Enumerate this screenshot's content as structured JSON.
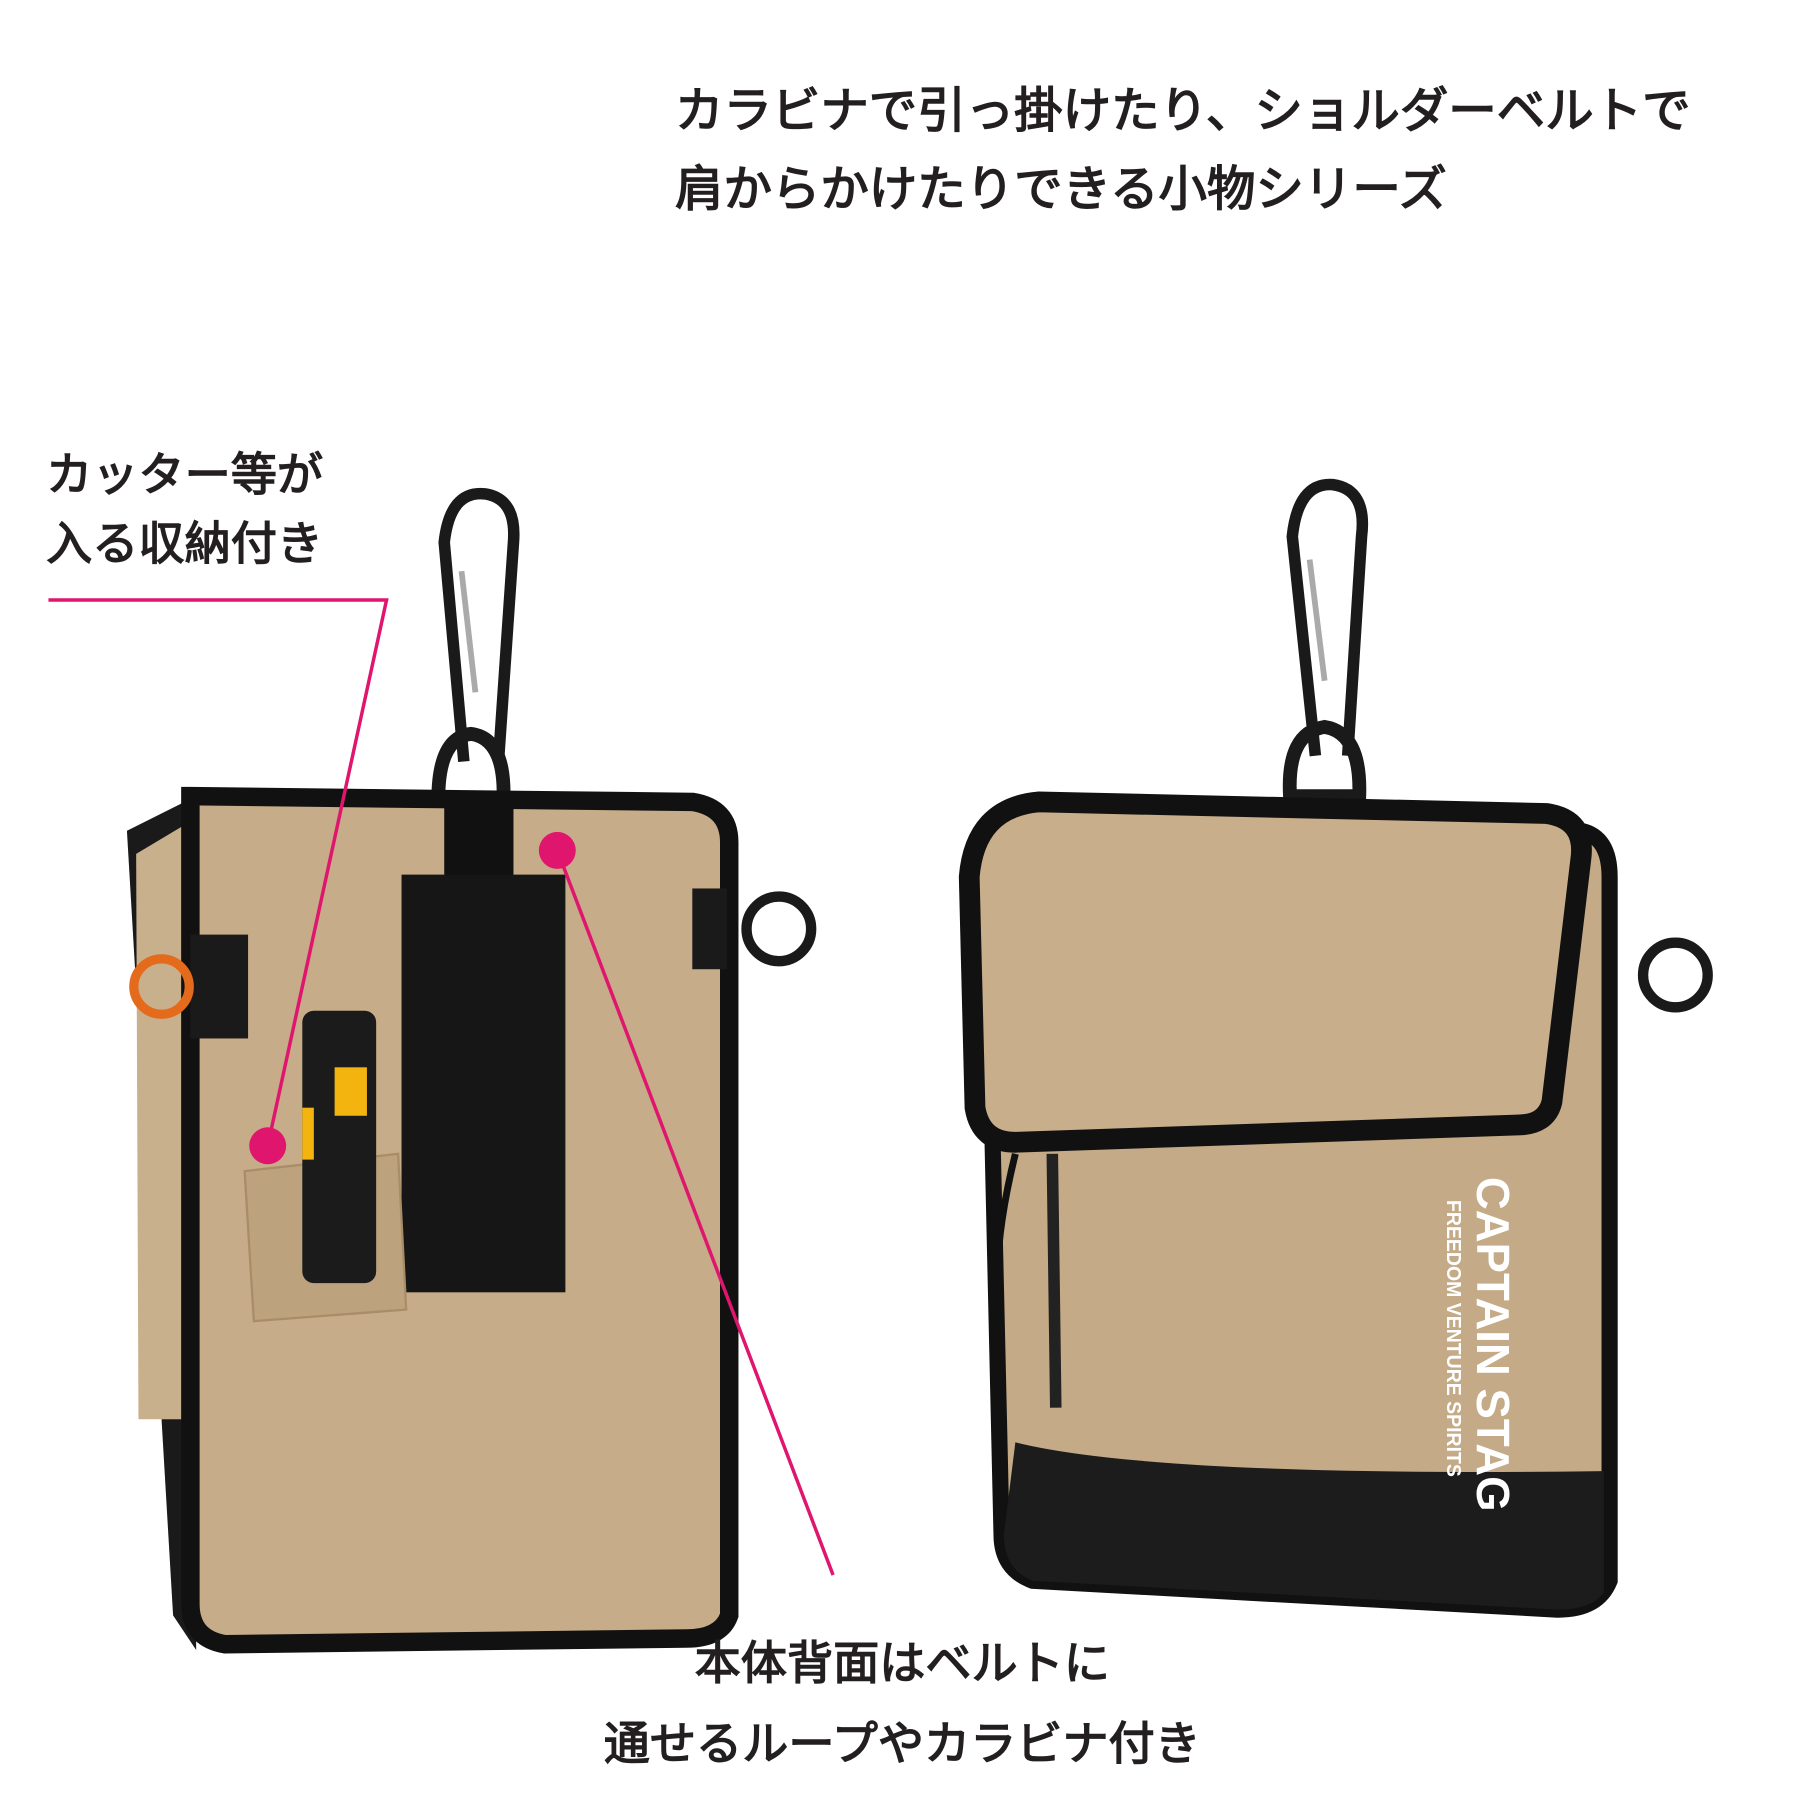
{
  "headline": {
    "line1": "カラビナで引っ掛けたり、ショルダーベルトで",
    "line2": "肩からかけたりできる小物シリーズ"
  },
  "callout_pocket": {
    "line1": "カッター等が",
    "line2": "入る収納付き"
  },
  "callout_back": {
    "line1": "本体背面はベルトに",
    "line2": "通せるループやカラビナ付き"
  },
  "brand": {
    "name": "CAPTAIN STAG",
    "tagline": "FREEDOM VENTURE SPIRITS"
  },
  "colors": {
    "bag_body": "#c4aa86",
    "binding": "#111111",
    "callout_line": "#e0156e"
  }
}
